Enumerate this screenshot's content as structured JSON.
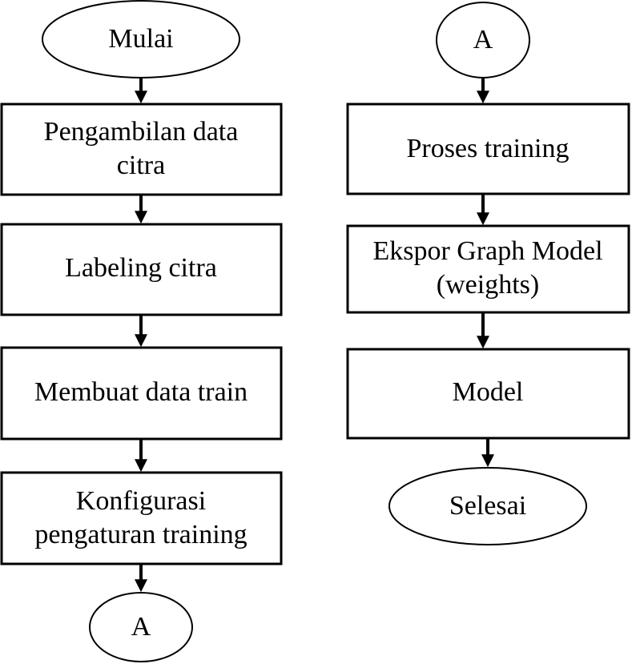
{
  "title": "Flowchart training model",
  "left_column": {
    "start": "Mulai",
    "steps": [
      [
        "Pengambilan data",
        "citra"
      ],
      [
        "Labeling citra"
      ],
      [
        "Membuat data train"
      ],
      [
        "Konfigurasi",
        "pengaturan training"
      ]
    ],
    "connector": "A"
  },
  "right_column": {
    "connector": "A",
    "steps": [
      [
        "Proses training"
      ],
      [
        "Ekspor Graph Model",
        "(weights)"
      ],
      [
        "Model"
      ]
    ],
    "end": "Selesai"
  }
}
